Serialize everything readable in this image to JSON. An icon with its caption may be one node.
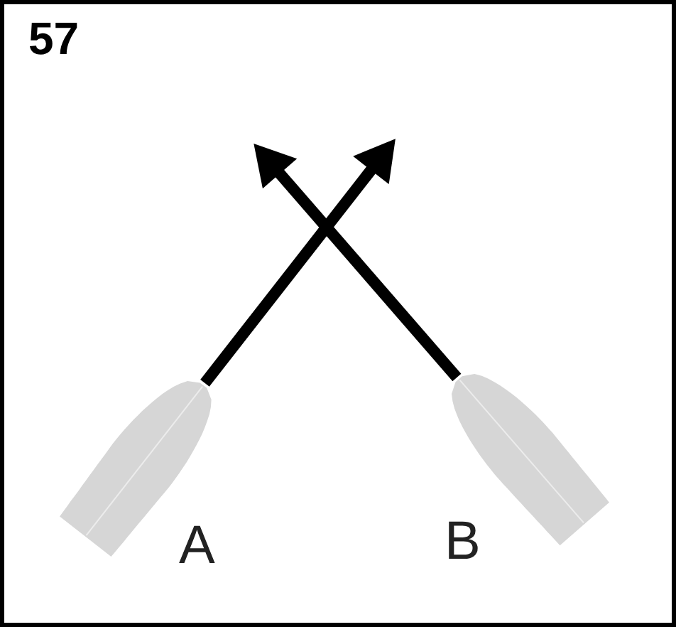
{
  "diagram": {
    "title": "57",
    "nodes": [
      {
        "text": [],
        "shape": "boat",
        "beside": [
          "A"
        ]
      },
      {
        "text": [],
        "shape": "boat",
        "beside": [
          "B"
        ]
      }
    ]
  }
}
